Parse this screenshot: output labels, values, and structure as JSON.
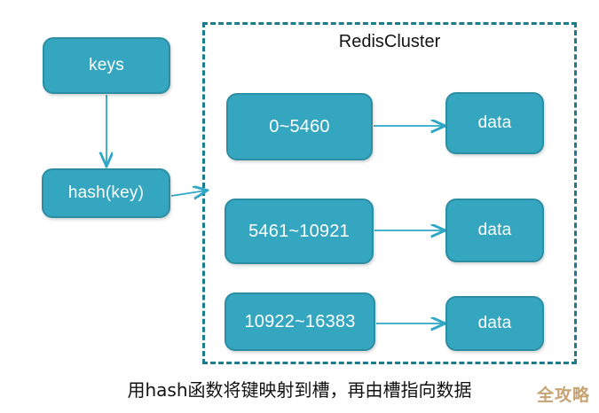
{
  "diagram": {
    "cluster": {
      "title": "RedisCluster",
      "border_color": "#1C7C8C",
      "border_style": "dashed"
    },
    "input_nodes": [
      {
        "id": "keys",
        "label": "keys"
      },
      {
        "id": "hash",
        "label": "hash(key)"
      }
    ],
    "slots": [
      {
        "range_label": "0~5460",
        "data_label": "data"
      },
      {
        "range_label": "5461~10921",
        "data_label": "data"
      },
      {
        "range_label": "10922~16383",
        "data_label": "data"
      }
    ],
    "arrows": [
      {
        "name": "keys-to-hash",
        "from": "keys",
        "to": "hash"
      },
      {
        "name": "hash-to-cluster",
        "from": "hash",
        "to": "cluster"
      },
      {
        "name": "slot-0-to-data-0",
        "from": "0~5460",
        "to": "data"
      },
      {
        "name": "slot-1-to-data-1",
        "from": "5461~10921",
        "to": "data"
      },
      {
        "name": "slot-2-to-data-2",
        "from": "10922~16383",
        "to": "data"
      }
    ],
    "caption": "用hash函数将键映射到槽，再由槽指向数据",
    "watermark": "全攻略",
    "colors": {
      "node_fill": "#34A6BF",
      "node_border": "#2C8EA4",
      "node_text": "#FFFFFF",
      "arrow": "#2FA8C6",
      "cluster_border": "#1C7C8C",
      "caption_text": "#111111",
      "watermark_text": "#C7A373",
      "background": "#FFFFFF"
    }
  }
}
